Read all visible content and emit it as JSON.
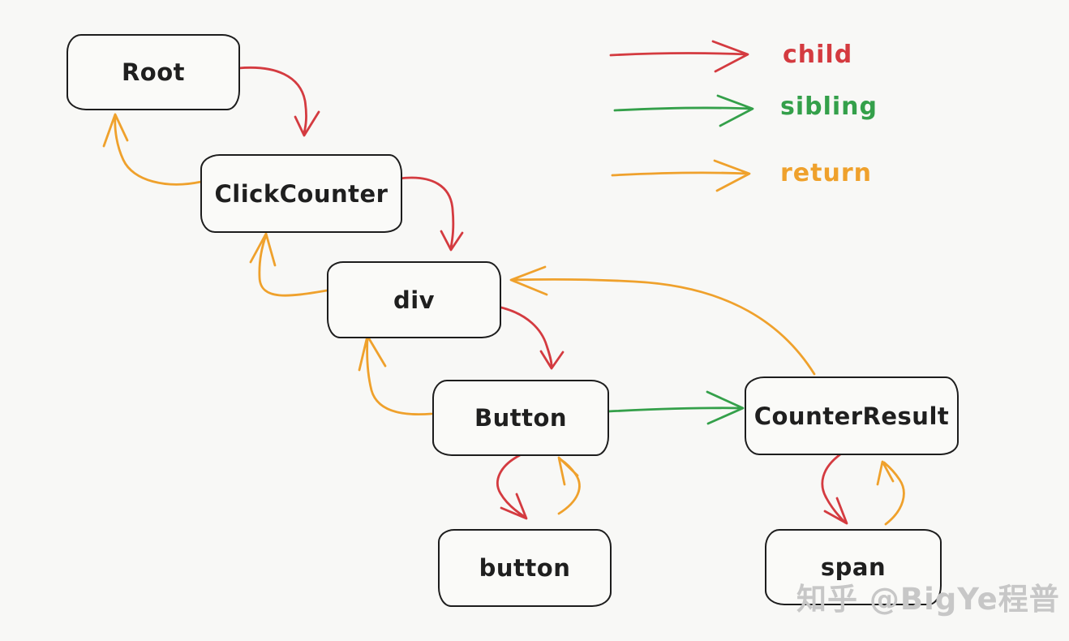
{
  "diagram": {
    "nodes": [
      {
        "id": "Root",
        "label": "Root"
      },
      {
        "id": "ClickCounter",
        "label": "ClickCounter"
      },
      {
        "id": "div",
        "label": "div"
      },
      {
        "id": "Button",
        "label": "Button"
      },
      {
        "id": "CounterResult",
        "label": "CounterResult"
      },
      {
        "id": "button",
        "label": "button"
      },
      {
        "id": "span",
        "label": "span"
      }
    ],
    "edges": [
      {
        "from": "Root",
        "to": "ClickCounter",
        "type": "child"
      },
      {
        "from": "ClickCounter",
        "to": "div",
        "type": "child"
      },
      {
        "from": "div",
        "to": "Button",
        "type": "child"
      },
      {
        "from": "Button",
        "to": "button",
        "type": "child"
      },
      {
        "from": "CounterResult",
        "to": "span",
        "type": "child"
      },
      {
        "from": "Button",
        "to": "CounterResult",
        "type": "sibling"
      },
      {
        "from": "ClickCounter",
        "to": "Root",
        "type": "return"
      },
      {
        "from": "div",
        "to": "ClickCounter",
        "type": "return"
      },
      {
        "from": "Button",
        "to": "div",
        "type": "return"
      },
      {
        "from": "button",
        "to": "Button",
        "type": "return"
      },
      {
        "from": "span",
        "to": "CounterResult",
        "type": "return"
      },
      {
        "from": "CounterResult",
        "to": "div",
        "type": "return"
      }
    ],
    "legend": [
      {
        "label": "child",
        "type": "child"
      },
      {
        "label": "sibling",
        "type": "sibling"
      },
      {
        "label": "return",
        "type": "return"
      }
    ],
    "colors": {
      "child": "#d43b40",
      "sibling": "#34a04a",
      "return": "#efa12c",
      "node_border": "#1d1d1d",
      "node_text": "#1f1f1f",
      "background": "#f8f8f6",
      "watermark": "#c7c7c7"
    },
    "watermark": "知乎 @BigYe程普"
  }
}
